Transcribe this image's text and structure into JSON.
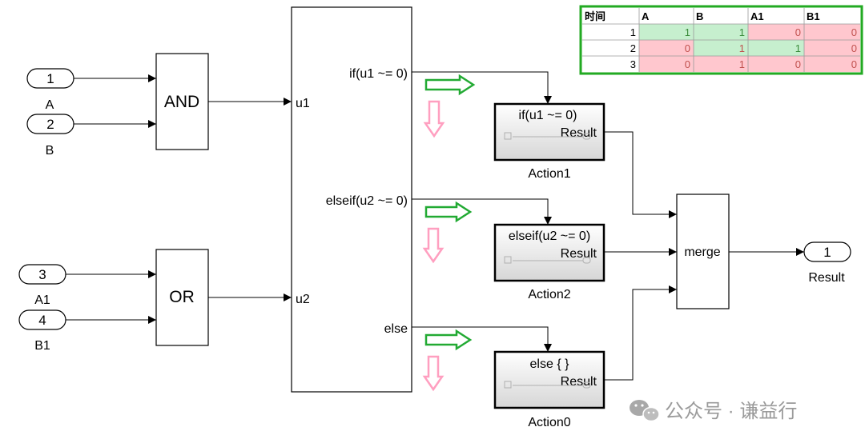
{
  "inports": [
    {
      "number": "1",
      "name": "A"
    },
    {
      "number": "2",
      "name": "B"
    },
    {
      "number": "3",
      "name": "A1"
    },
    {
      "number": "4",
      "name": "B1"
    }
  ],
  "logic_blocks": {
    "and": "AND",
    "or": "OR"
  },
  "if_block": {
    "inputs": [
      "u1",
      "u2"
    ],
    "outputs": [
      "if(u1 ~= 0)",
      "elseif(u2 ~= 0)",
      "else"
    ]
  },
  "action_subsystems": [
    {
      "header": "if(u1 ~= 0)",
      "port": "Result",
      "name": "Action1"
    },
    {
      "header": "elseif(u2 ~= 0)",
      "port": "Result",
      "name": "Action2"
    },
    {
      "header": "else { }",
      "port": "Result",
      "name": "Action0"
    }
  ],
  "merge_block": {
    "label": "merge"
  },
  "outport": {
    "number": "1",
    "name": "Result"
  },
  "truth_table": {
    "headers": [
      "时间",
      "A",
      "B",
      "A1",
      "B1"
    ],
    "rows": [
      {
        "time": "1",
        "values": [
          "1",
          "1",
          "0",
          "0"
        ]
      },
      {
        "time": "2",
        "values": [
          "0",
          "1",
          "1",
          "0"
        ]
      },
      {
        "time": "3",
        "values": [
          "0",
          "1",
          "0",
          "0"
        ]
      }
    ],
    "colors": {
      "green": "#c6efce",
      "red": "#ffc7ce",
      "green_text": "#3a8a3a",
      "red_text": "#c0504d",
      "border": "#22aa22"
    }
  },
  "watermark": "公众号 · 谦益行",
  "colors": {
    "green_arrow": "#22aa33",
    "pink_arrow": "#ff9fc0"
  }
}
